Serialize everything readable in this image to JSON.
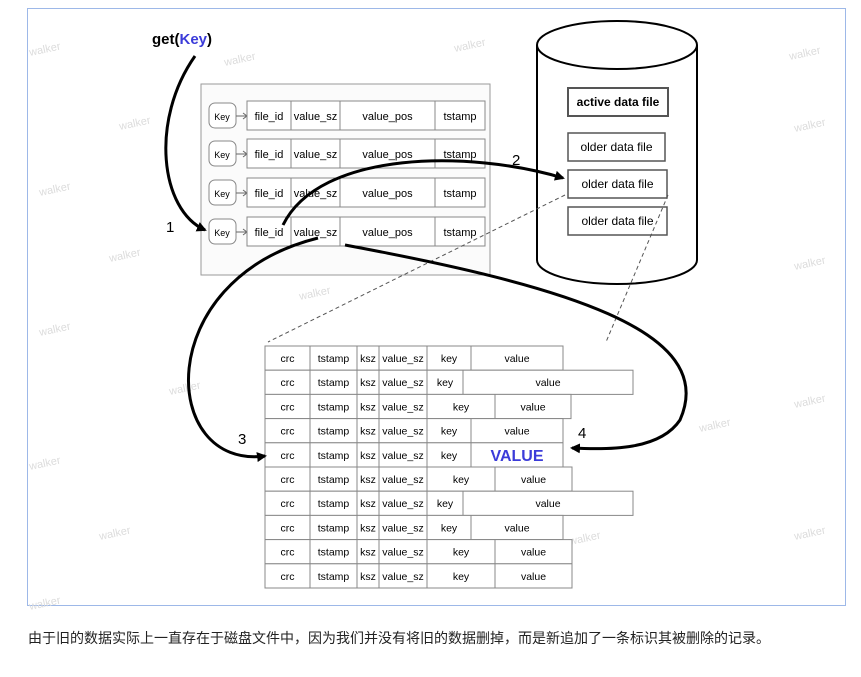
{
  "get_call": {
    "prefix": "get(",
    "key": "Key",
    "suffix": ")"
  },
  "colors": {
    "key_blue": "#3b3bd9",
    "value_blue": "#3b3bd9",
    "frame_border": "#9db8e8",
    "watermark": "#dcdcdc"
  },
  "keydir": {
    "key_label": "Key",
    "columns": [
      "file_id",
      "value_sz",
      "value_pos",
      "tstamp"
    ],
    "row_count": 4
  },
  "disk": {
    "files": [
      "active data file",
      "older data file",
      "older data file",
      "older data file"
    ]
  },
  "steps": [
    "1",
    "2",
    "3",
    "4"
  ],
  "data_file": {
    "rows": [
      [
        "crc",
        "tstamp",
        "ksz",
        "value_sz",
        "key",
        "value"
      ],
      [
        "crc",
        "tstamp",
        "ksz",
        "value_sz",
        "key",
        "value"
      ],
      [
        "crc",
        "tstamp",
        "ksz",
        "value_sz",
        "key",
        "value"
      ],
      [
        "crc",
        "tstamp",
        "ksz",
        "value_sz",
        "key",
        "value"
      ],
      [
        "crc",
        "tstamp",
        "ksz",
        "value_sz",
        "key",
        "VALUE"
      ],
      [
        "crc",
        "tstamp",
        "ksz",
        "value_sz",
        "key",
        "value"
      ],
      [
        "crc",
        "tstamp",
        "ksz",
        "value_sz",
        "key",
        "value"
      ],
      [
        "crc",
        "tstamp",
        "ksz",
        "value_sz",
        "key",
        "value"
      ],
      [
        "crc",
        "tstamp",
        "ksz",
        "value_sz",
        "key",
        "value"
      ],
      [
        "crc",
        "tstamp",
        "ksz",
        "value_sz",
        "key",
        "value"
      ]
    ],
    "highlight_value": "VALUE"
  },
  "watermark": "walker",
  "caption": "由于旧的数据实际上一直存在于磁盘文件中，因为我们并没有将旧的数据删掉，而是新追加了一条标识其被删除的记录。"
}
